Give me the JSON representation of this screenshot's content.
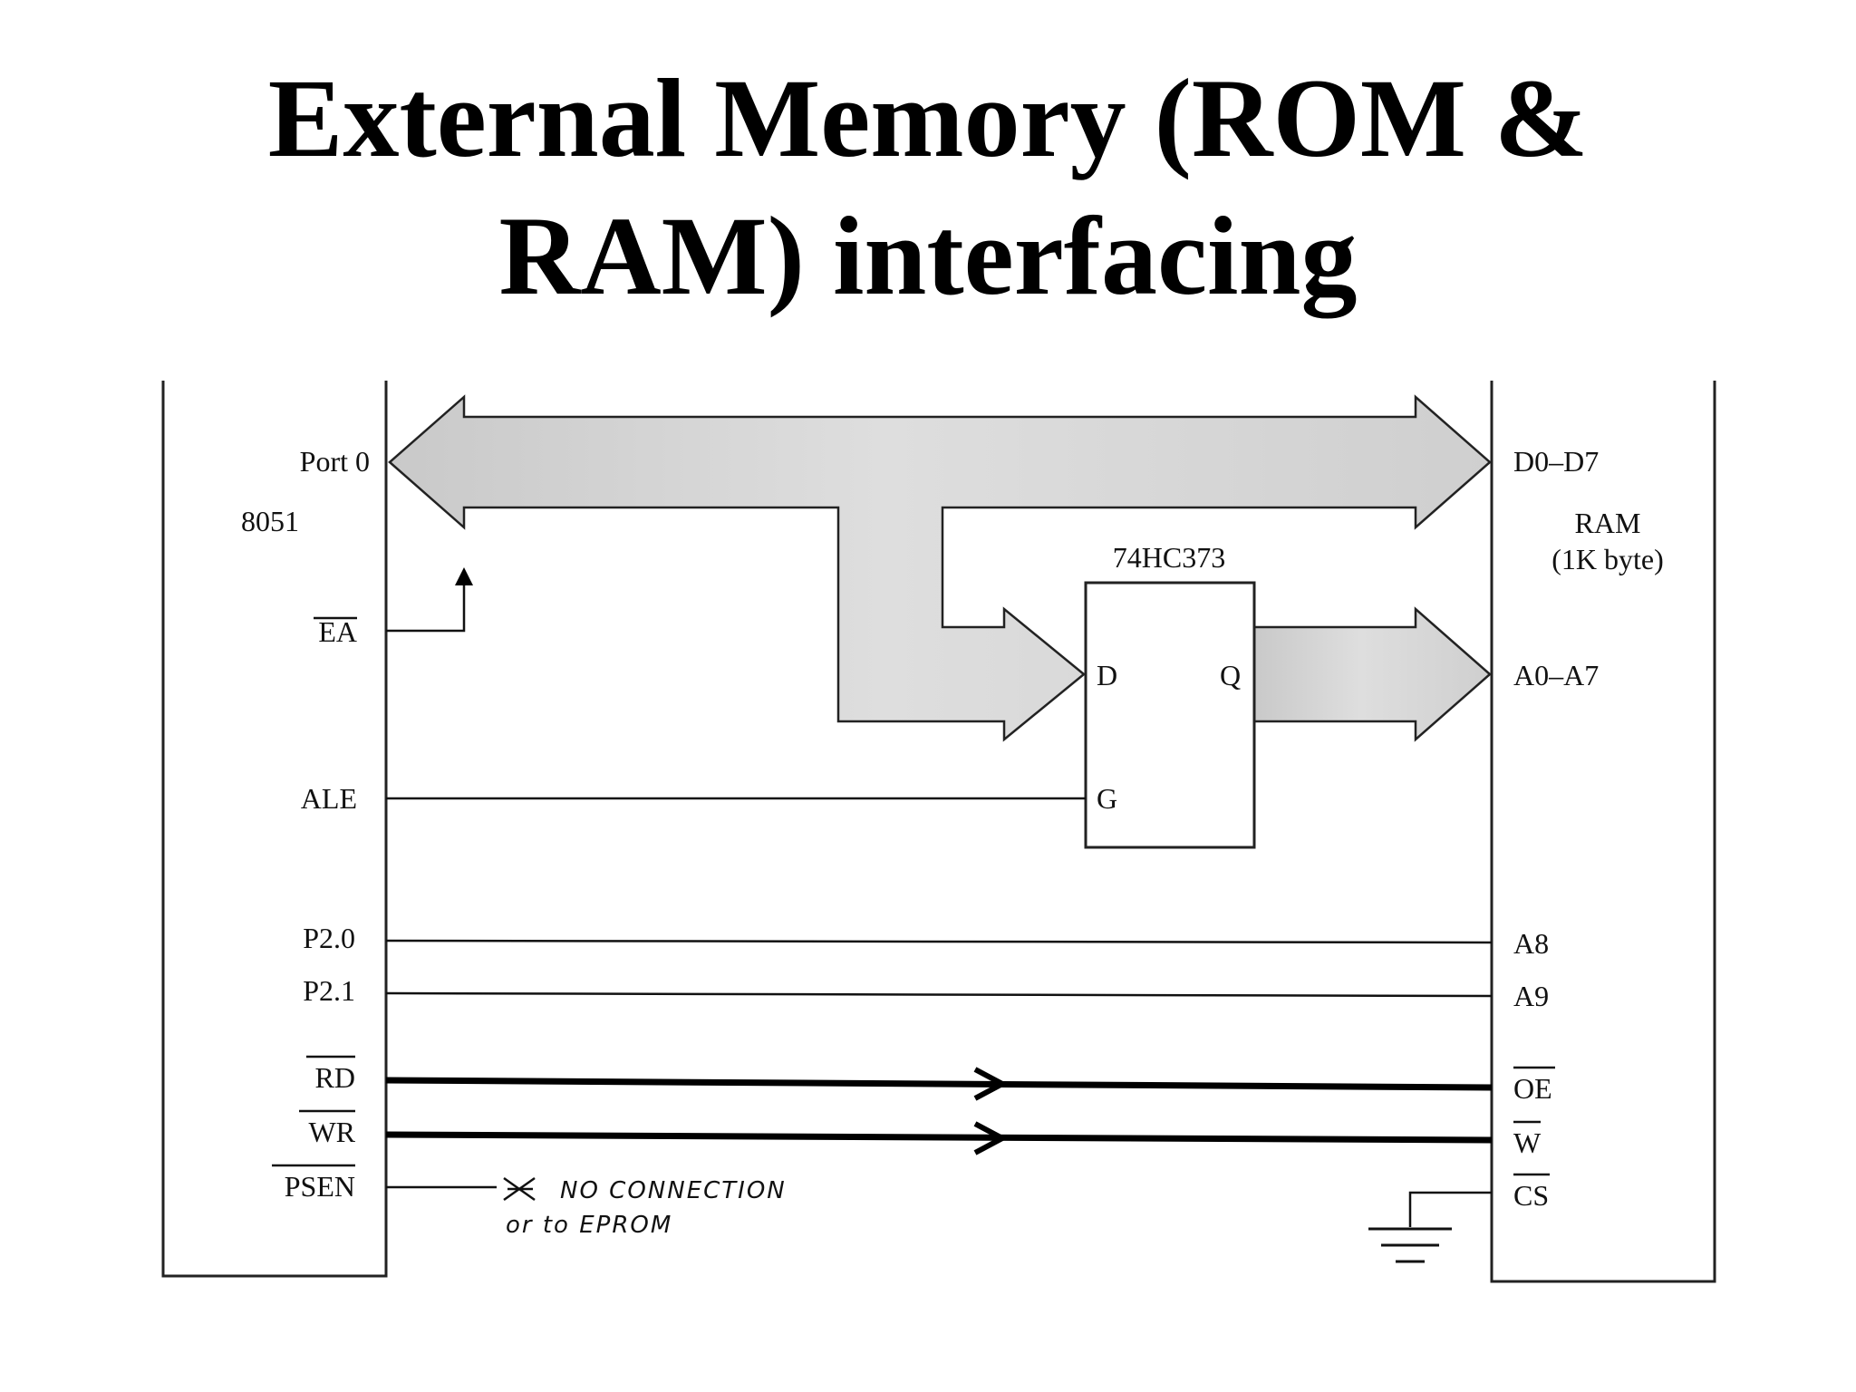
{
  "title": {
    "line1": "External Memory (ROM &",
    "line2": "RAM) interfacing"
  },
  "mcu": {
    "name": "8051",
    "pins": {
      "port0": "Port 0",
      "ea": "EA",
      "ale": "ALE",
      "p20": "P2.0",
      "p21": "P2.1",
      "rd": "RD",
      "wr": "WR",
      "psen": "PSEN"
    }
  },
  "latch": {
    "name": "74HC373",
    "pins": {
      "d": "D",
      "q": "Q",
      "g": "G"
    }
  },
  "ram": {
    "name": "RAM",
    "size": "(1K byte)",
    "pins": {
      "data": "D0–D7",
      "addr_low": "A0–A7",
      "a8": "A8",
      "a9": "A9",
      "oe": "OE",
      "w": "W",
      "cs": "CS"
    }
  },
  "note": {
    "line1": "NO CONNECTION",
    "line2": "or to EPROM"
  }
}
